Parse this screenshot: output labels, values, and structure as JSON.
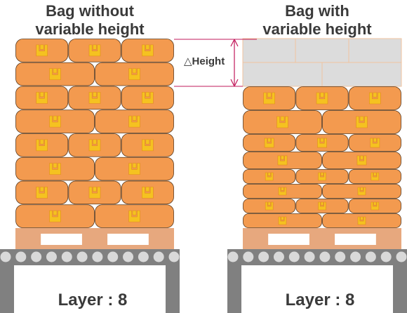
{
  "left": {
    "title": "Bag without\nvariable height",
    "layer_label": "Layer : 8",
    "layers": 8
  },
  "right": {
    "title": "Bag with\nvariable height",
    "layer_label": "Layer : 8",
    "layers": 8
  },
  "annotation": {
    "height_label": "Height",
    "delta_symbol": "△"
  },
  "colors": {
    "bag_fill": "#f39a4f",
    "bag_stroke": "#5a3a1e",
    "logo": "#f5c220",
    "pallet": "#e7a87e",
    "conveyor": "#808080",
    "roller": "#d9d9d9",
    "ghost_fill": "#dcdcdc",
    "ghost_stroke": "#f0c39f",
    "dimension_line": "#c2185b"
  }
}
